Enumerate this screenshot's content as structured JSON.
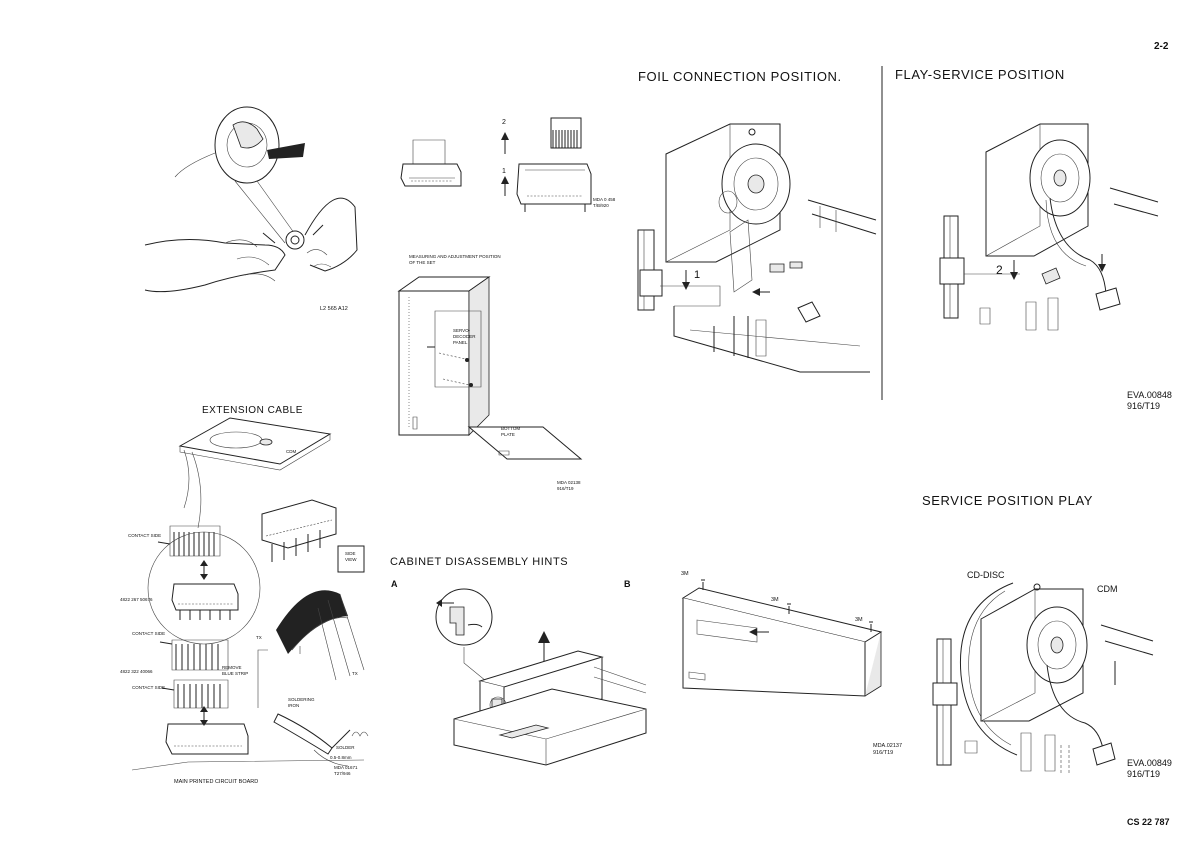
{
  "page": {
    "number": "2-2",
    "doc_code": "CS 22 787"
  },
  "hand_figure": {
    "code": "L2 565 A12"
  },
  "connector_figure": {
    "step_2": "2",
    "step_1": "1",
    "code_line1": "MDA 0 458",
    "code_line2": "T/B/920"
  },
  "measuring_figure": {
    "title_line1": "MEASURING AND ADJUSTMENT POSITION",
    "title_line2": "OF THE SET",
    "panel_line1": "SERVO-",
    "panel_line2": "DECODER",
    "panel_line3": "PANEL",
    "bottom_line1": "BOTTOM",
    "bottom_line2": "PLATE",
    "code_line1": "MDA 02138",
    "code_line2": "916/T19"
  },
  "foil_connection": {
    "title": "FOIL CONNECTION POSITION.",
    "step": "1"
  },
  "flay_service": {
    "title": "FLAY-SERVICE POSITION",
    "step": "2",
    "code_line1": "EVA.00848",
    "code_line2": "916/T19"
  },
  "extension_cable": {
    "title": "EXTENSION CABLE",
    "cdm": "CDM",
    "contact_side_1": "CONTACT SIDE",
    "part_1": "4822 267 50676",
    "contact_side_2": "CONTACT SIDE",
    "part_2": "4822 322 40066",
    "remove_line1": "REMOVE",
    "remove_line2": "BLUE STRIP",
    "contact_side_3": "CONTACT SIDE",
    "tx_1": "TX",
    "tx_2": "TX",
    "side_line1": "SIDE",
    "side_line2": "VIEW",
    "soldering_line1": "SOLDERING",
    "soldering_line2": "IRON",
    "solder": "SOLDER",
    "solder_size": "0.5-0.8mm",
    "main_board": "MAIN PRINTED CIRCUIT BOARD",
    "code_line1": "MDA 01671",
    "code_line2": "T27/946"
  },
  "cabinet": {
    "title": "CABINET DISASSEMBLY HINTS",
    "label_a": "A",
    "label_b": "B",
    "screw_1": "3M",
    "screw_2": "3M",
    "screw_3": "3M",
    "code_line1": "MDA.02137",
    "code_line2": "916/T19"
  },
  "service_play": {
    "title": "SERVICE POSITION PLAY",
    "cd_disc": "CD-DISC",
    "cdm": "CDM",
    "code_line1": "EVA.00849",
    "code_line2": "916/T19"
  }
}
